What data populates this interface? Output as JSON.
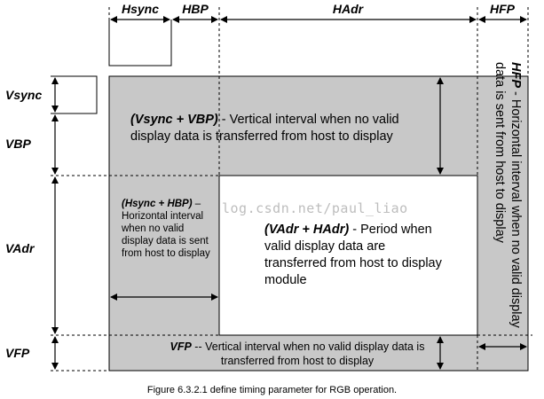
{
  "header_labels": {
    "hsync": "Hsync",
    "hbp": "HBP",
    "hadr": "HAdr",
    "hfp": "HFP"
  },
  "side_labels": {
    "vsync": "Vsync",
    "vbp": "VBP",
    "vadr": "VAdr",
    "vfp": "VFP"
  },
  "regions": {
    "vsync_vbp": {
      "term": "(Vsync + VBP)",
      "desc": " - Vertical interval when no valid display data is transferred from host to display"
    },
    "hsync_hbp": {
      "term": "(Hsync + HBP)",
      "desc": " – Horizontal interval when no valid display data is sent from host to display"
    },
    "active": {
      "term": "(VAdr + HAdr)",
      "desc": " - Period when valid display data are transferred from host to display module"
    },
    "vfp": {
      "term": "VFP",
      "desc": " -- Vertical interval when no valid display data is transferred from host to display"
    },
    "hfp": {
      "term": "HFP",
      "desc": " - Horizontal interval when no valid display data is sent from host to display"
    }
  },
  "watermark": "log.csdn.net/paul_liao",
  "caption": "Figure 6.3.2.1 define timing parameter for RGB operation.",
  "colors": {
    "shade": "#c8c8c8",
    "line": "#000000"
  }
}
